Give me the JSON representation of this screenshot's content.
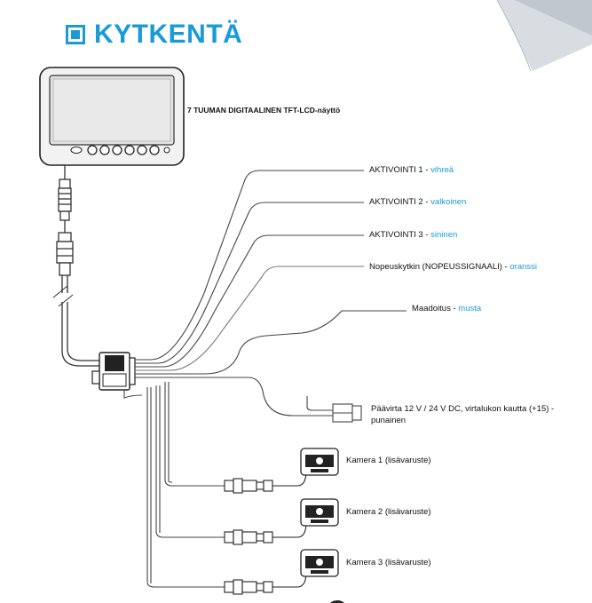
{
  "title": "KYTKENTÄ",
  "monitor_label": "7 TUUMAN DIGITAALINEN TFT-LCD-näyttö",
  "wires": [
    {
      "text": "AKTIVOINTI 1 - ",
      "color_word": "vihreä"
    },
    {
      "text": "AKTIVOINTI 2 - ",
      "color_word": "valkoinen"
    },
    {
      "text": "AKTIVOINTI 3 - ",
      "color_word": "sininen"
    },
    {
      "text": "Nopeuskytkin (NOPEUSSIGNAALI) - ",
      "color_word": "oranssi"
    },
    {
      "text": "Maadoitus - ",
      "color_word": "musta"
    }
  ],
  "power_label": "Päävirta 12 V / 24 V DC, virtalukon kautta (+15) - punainen",
  "cameras": [
    "Kamera 1 (lisävaruste)",
    "Kamera 2 (lisävaruste)",
    "Kamera 3 (lisävaruste)"
  ],
  "colors": {
    "accent": "#1a9ad6",
    "line": "#333333"
  }
}
